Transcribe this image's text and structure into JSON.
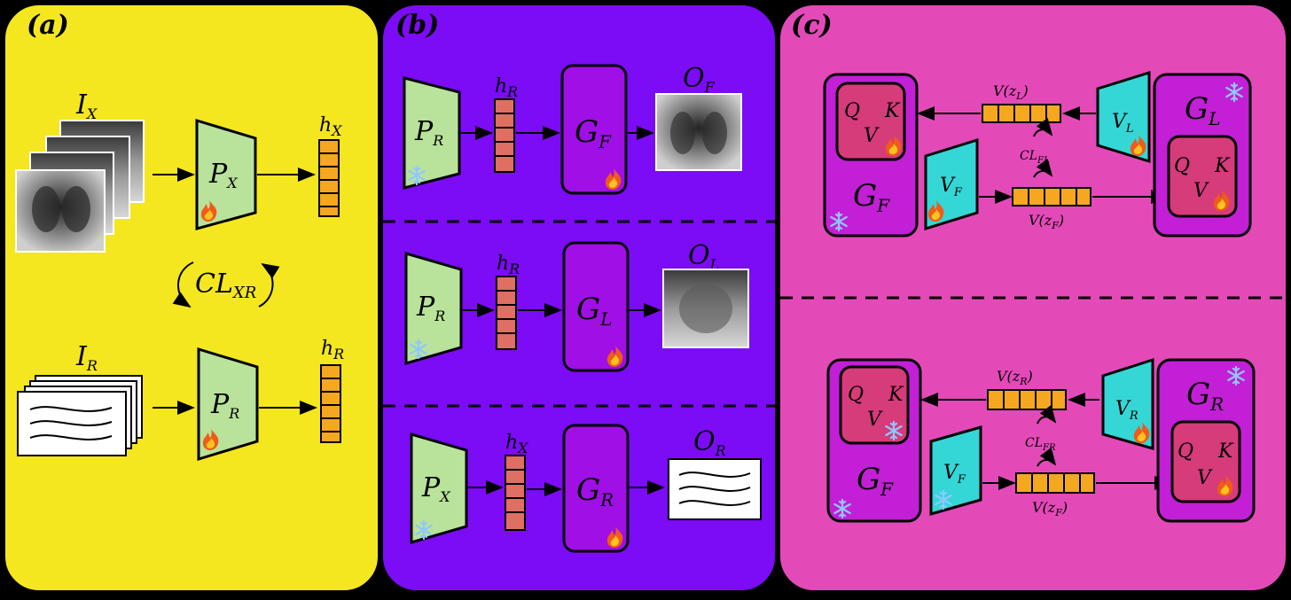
{
  "panels": {
    "a": {
      "label": "(a)",
      "input_image": "I",
      "input_image_sub": "X",
      "input_report": "I",
      "input_report_sub": "R",
      "encoder_x": "P",
      "encoder_x_sub": "X",
      "encoder_r": "P",
      "encoder_r_sub": "R",
      "feature_x": "h",
      "feature_x_sub": "X",
      "feature_r": "h",
      "feature_r_sub": "R",
      "contrastive": "CL",
      "contrastive_sub": "XR"
    },
    "b": {
      "label": "(b)",
      "rows": [
        {
          "enc": "P",
          "enc_sub": "R",
          "feat": "h",
          "feat_sub": "R",
          "gen": "G",
          "gen_sub": "F",
          "out": "O",
          "out_sub": "F"
        },
        {
          "enc": "P",
          "enc_sub": "R",
          "feat": "h",
          "feat_sub": "R",
          "gen": "G",
          "gen_sub": "L",
          "out": "O",
          "out_sub": "L"
        },
        {
          "enc": "P",
          "enc_sub": "X",
          "feat": "h",
          "feat_sub": "X",
          "gen": "G",
          "gen_sub": "R",
          "out": "O",
          "out_sub": "R"
        }
      ]
    },
    "c": {
      "label": "(c)",
      "rows": [
        {
          "left_gen": "G",
          "left_gen_sub": "F",
          "q": "Q",
          "k": "K",
          "v": "V",
          "top_vec": "V(z",
          "top_vec_sub": "L",
          "top_vec_end": ")",
          "bot_vec": "V(z",
          "bot_vec_sub": "F",
          "bot_vec_end": ")",
          "cl": "CL",
          "cl_sub": "FL",
          "enc_left": "V",
          "enc_left_sub": "F",
          "enc_right": "V",
          "enc_right_sub": "L",
          "right_gen": "G",
          "right_gen_sub": "L"
        },
        {
          "left_gen": "G",
          "left_gen_sub": "F",
          "q": "Q",
          "k": "K",
          "v": "V",
          "top_vec": "V(z",
          "top_vec_sub": "R",
          "top_vec_end": ")",
          "bot_vec": "V(z",
          "bot_vec_sub": "F",
          "bot_vec_end": ")",
          "cl": "CL",
          "cl_sub": "FR",
          "enc_left": "V",
          "enc_left_sub": "F",
          "enc_right": "V",
          "enc_right_sub": "R",
          "right_gen": "G",
          "right_gen_sub": "R"
        }
      ]
    }
  },
  "icons": {
    "trainable": "fire-icon",
    "frozen": "snowflake-icon"
  },
  "colors": {
    "panel_a_bg": "#f5e71f",
    "panel_b_bg": "#7b0cf5",
    "panel_c_bg": "#e34ab8",
    "encoder_green": "#b9e29a",
    "encoder_cyan": "#35d6d6",
    "generator_purple": "#a00fe6",
    "generator_outer": "#c21fd6",
    "qkv_box": "#d63b7a",
    "vector_orange": "#f5a81f",
    "vector_salmon": "#df6f63"
  }
}
